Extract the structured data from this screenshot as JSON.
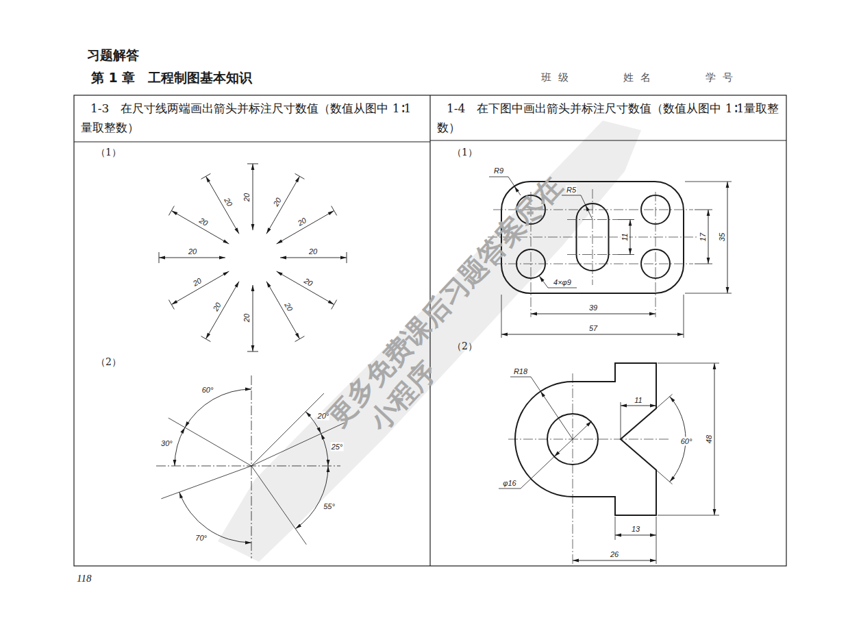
{
  "diagram": {
    "title": "习题解答",
    "labels": [
      "第 1 章　工程制图基本知识",
      "班级",
      "姓名",
      "学号",
      "1-3　在尺寸线两端画出箭头并标注尺寸数值（数值从图中 1∶1 量取整数）",
      "1-4　在下图中画出箭头并标注尺寸数值（数值从图中 1∶1量取整数）",
      "（1）",
      "（2）",
      "（1）",
      "（2）",
      "20",
      "20",
      "20",
      "20",
      "20",
      "20",
      "20",
      "20",
      "20",
      "20",
      "20",
      "20",
      "60°",
      "30°",
      "20°",
      "25°",
      "55°",
      "70°",
      "R9",
      "R5",
      "11",
      "17",
      "35",
      "4×φ9",
      "39",
      "57",
      "R18",
      "11",
      "60°",
      "48",
      "φ16",
      "13",
      "26",
      "118",
      "更多免费课后习题答案尽在",
      "小程序"
    ]
  }
}
